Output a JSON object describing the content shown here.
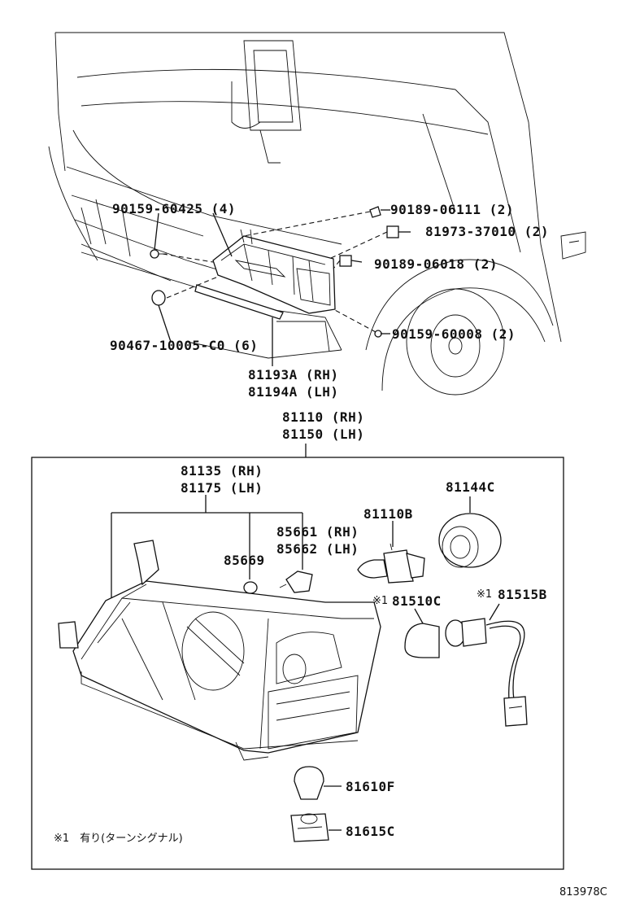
{
  "labels": {
    "screw_top": "90159-60425 (4)",
    "bolt_right1": "90189-06111 (2)",
    "clip_right": "81973-37010 (2)",
    "bolt_right2": "90189-06018 (2)",
    "grommet": "90467-10005-C0 (6)",
    "screw_bottom": "90159-60008 (2)",
    "bracket_rh": "81193A (RH)",
    "bracket_lh": "81194A (LH)",
    "assy_rh": "81110 (RH)",
    "assy_lh": "81150 (LH)",
    "unit_rh": "81135 (RH)",
    "unit_lh": "81175 (LH)",
    "gasket": "85669",
    "sub_rh": "85661 (RH)",
    "sub_lh": "85662 (LH)",
    "bulb": "81110B",
    "cover": "81144C",
    "turn_bulb": "81510C",
    "turn_socket": "81515B",
    "side_bulb": "81610F",
    "side_socket": "81615C",
    "mark1": "※1",
    "mark2": "※1",
    "footnote": "※1　有り(ターンシグナル)",
    "diagram_code": "813978C"
  }
}
